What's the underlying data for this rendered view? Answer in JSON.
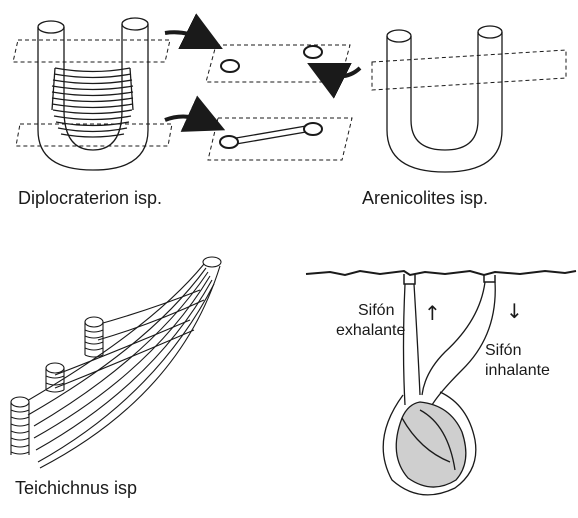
{
  "labels": {
    "diplocraterion": "Diplocraterion isp.",
    "arenicolites": "Arenicolites isp.",
    "teichichnus": "Teichichnus isp",
    "sifon_exhalante_1": "Sifón",
    "sifon_exhalante_2": "exhalante",
    "sifon_inhalante_1": "Sifón",
    "sifon_inhalante_2": "inhalante"
  },
  "colors": {
    "line": "#1a1a1a",
    "fill_grey": "#cfcfcf",
    "background": "#ffffff"
  },
  "icons": {
    "up_arrow": "↑",
    "down_arrow": "↓"
  }
}
